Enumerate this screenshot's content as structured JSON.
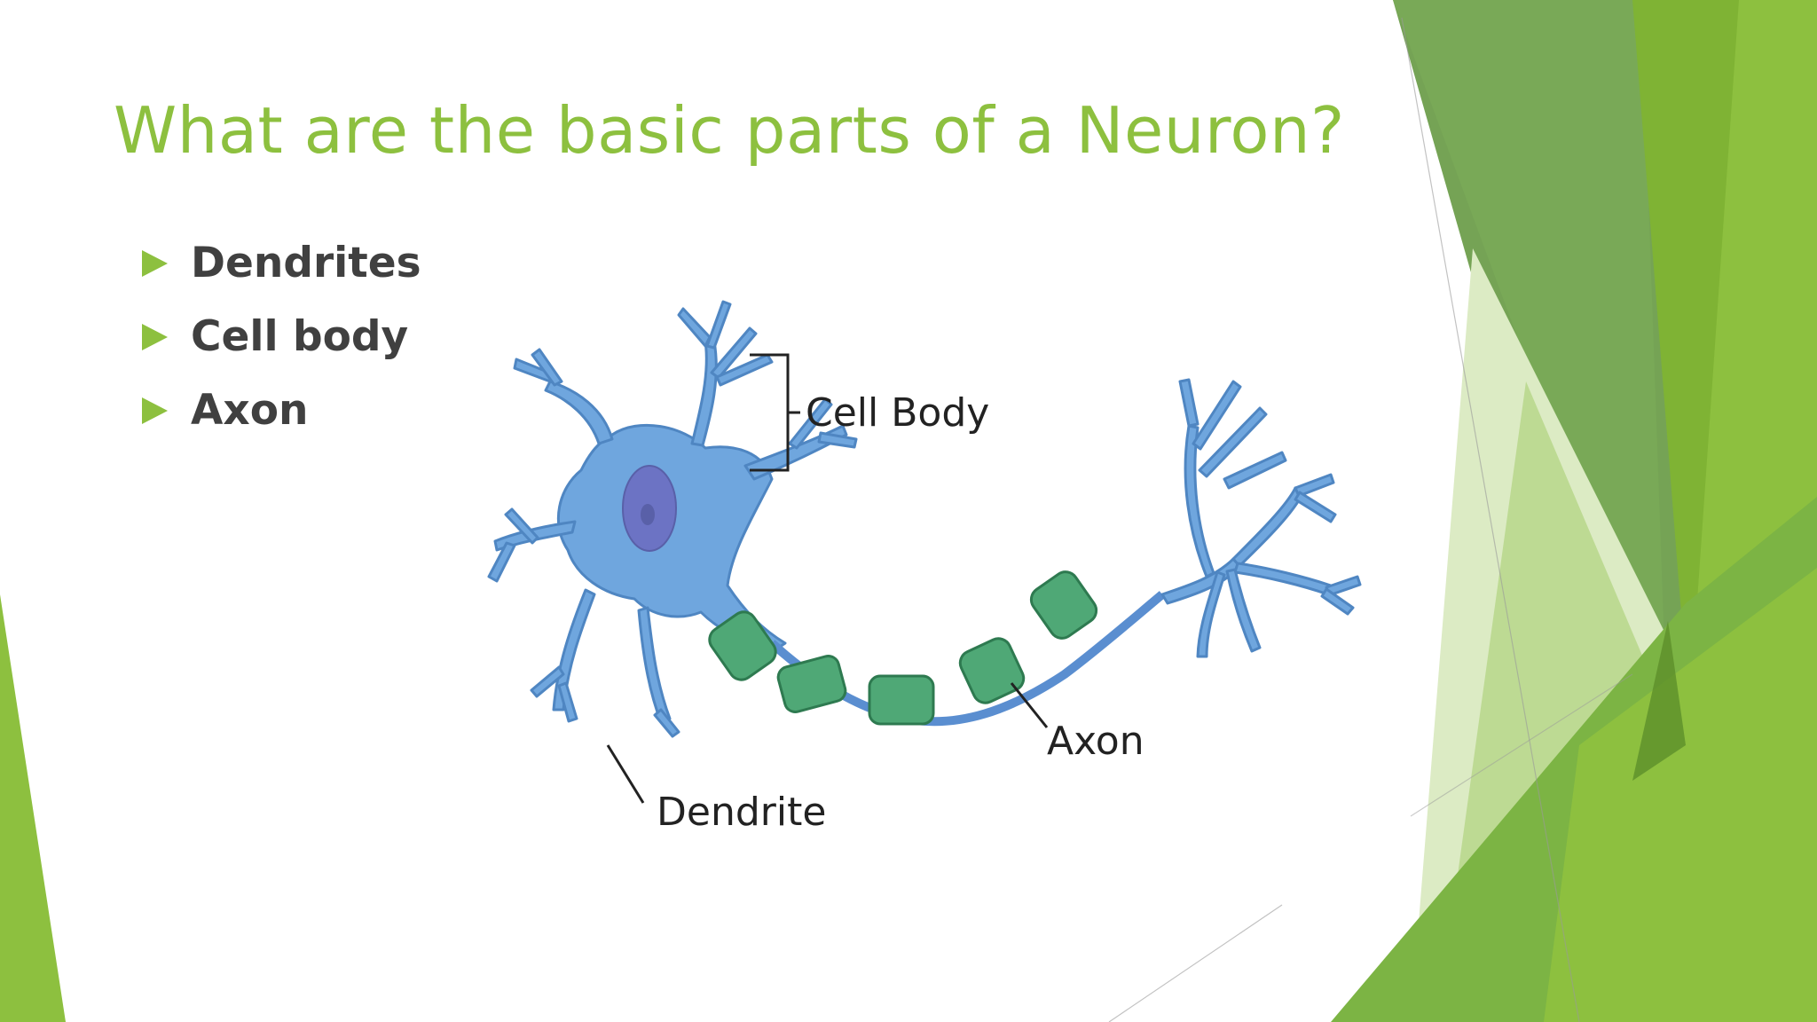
{
  "slide": {
    "title": "What are the basic parts of a Neuron?",
    "bullets": [
      "Dendrites",
      "Cell body",
      "Axon"
    ]
  },
  "diagram": {
    "labels": {
      "cell_body": "Cell Body",
      "axon": "Axon",
      "dendrite": "Dendrite"
    }
  },
  "colors": {
    "accent": "#8DC03F",
    "bullet_text": "#404040",
    "neuron_body": "#6FA6DE",
    "nucleus": "#6C73C4",
    "myelin": "#4FA876"
  }
}
